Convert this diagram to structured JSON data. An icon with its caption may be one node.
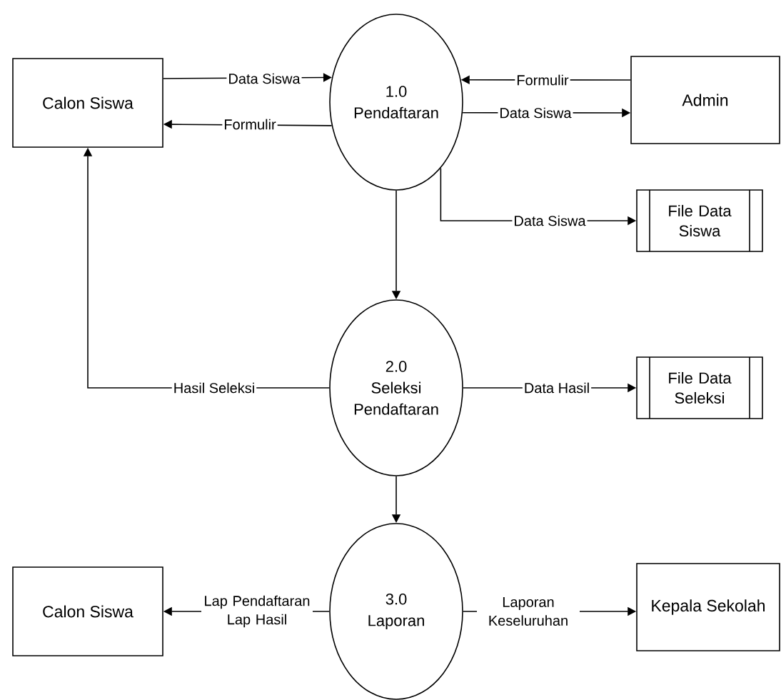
{
  "diagram": {
    "nodes": [
      {
        "text": [
          "Calon Siswa"
        ]
      },
      {
        "text": [
          "1.0 Pendaftaran"
        ]
      },
      {
        "text": [
          "Admin"
        ]
      },
      {
        "text": [
          "File Data Siswa"
        ]
      },
      {
        "text": [
          "2.0 Seleksi Pendaftaran"
        ]
      },
      {
        "text": [
          "File Data Seleksi"
        ]
      },
      {
        "text": [
          "3.0 Laporan"
        ]
      },
      {
        "text": [
          "Calon Siswa"
        ]
      },
      {
        "text": [
          "Kepala Sekolah"
        ]
      }
    ],
    "edges": [
      {
        "from": 0,
        "to": 1,
        "arrow": "to",
        "label": "Data Siswa"
      },
      {
        "from": 1,
        "to": 0,
        "arrow": "to",
        "label": "Formulir"
      },
      {
        "from": 2,
        "to": 1,
        "arrow": "to",
        "label": "Formulir"
      },
      {
        "from": 1,
        "to": 2,
        "arrow": "to",
        "label": "Data Siswa"
      },
      {
        "from": 1,
        "to": 3,
        "arrow": "to",
        "label": "Data Siswa"
      },
      {
        "from": 1,
        "to": 4,
        "arrow": "to"
      },
      {
        "from": 4,
        "to": 0,
        "arrow": "to",
        "label": "Hasil Seleksi"
      },
      {
        "from": 4,
        "to": 5,
        "arrow": "to",
        "label": "Data Hasil"
      },
      {
        "from": 4,
        "to": 6,
        "arrow": "to"
      },
      {
        "from": 6,
        "to": 7,
        "arrow": "to",
        "label": "Lap Pendaftaran Lap Hasil"
      },
      {
        "from": 6,
        "to": 8,
        "arrow": "to",
        "label": "Laporan Keseluruhan"
      }
    ]
  }
}
